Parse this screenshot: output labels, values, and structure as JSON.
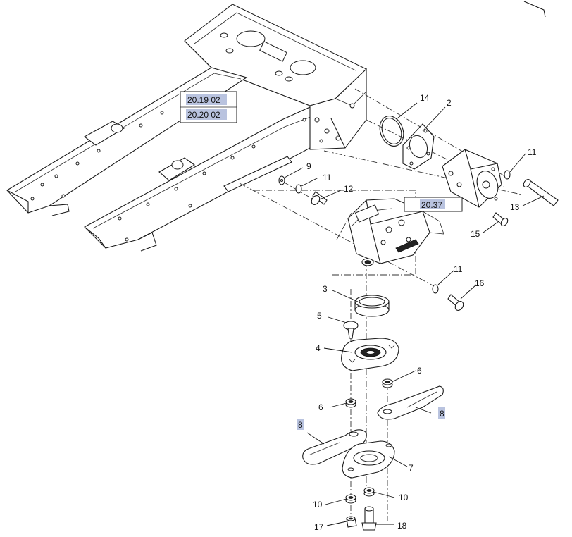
{
  "callouts": {
    "c14": "14",
    "c2": "2",
    "c11a": "11",
    "c9": "9",
    "c11b": "11",
    "c12": "12",
    "c13": "13",
    "c15": "15",
    "c11c": "11",
    "c16": "16",
    "c3": "3",
    "c5": "5",
    "c4": "4",
    "c6a": "6",
    "c6b": "6",
    "c7": "7",
    "c10a": "10",
    "c10b": "10",
    "c17": "17",
    "c18": "18"
  },
  "refs": {
    "r1": "20.19 02",
    "r2": "20.20 02",
    "r3": "20.37",
    "r4": "8",
    "r5": "8"
  }
}
